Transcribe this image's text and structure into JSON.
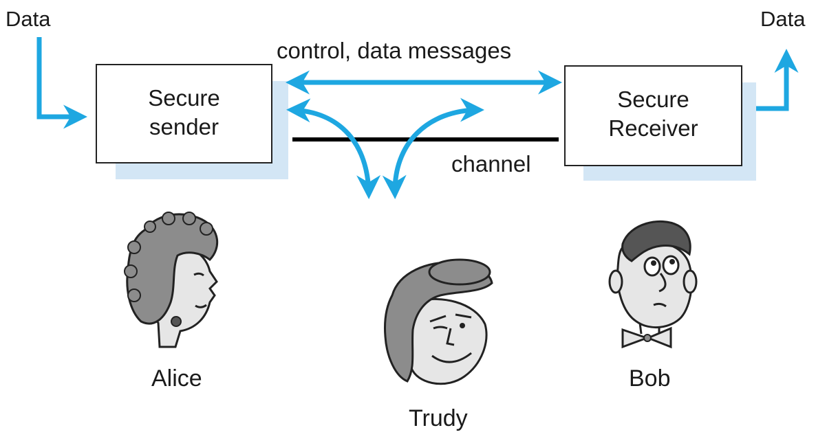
{
  "labels": {
    "data_in": "Data",
    "data_out": "Data",
    "messages": "control, data messages",
    "channel": "channel"
  },
  "sender": {
    "line1": "Secure",
    "line2": "sender"
  },
  "receiver": {
    "line1": "Secure",
    "line2": "Receiver"
  },
  "people": {
    "alice": "Alice",
    "trudy": "Trudy",
    "bob": "Bob"
  },
  "colors": {
    "arrow": "#1ea7e1",
    "box_shadow": "#d3e6f5",
    "channel_line": "#000000",
    "hair_gray": "#8c8c8c",
    "face_gray": "#e6e6e6"
  },
  "icons": [
    "alice-figure",
    "trudy-figure",
    "bob-figure"
  ]
}
